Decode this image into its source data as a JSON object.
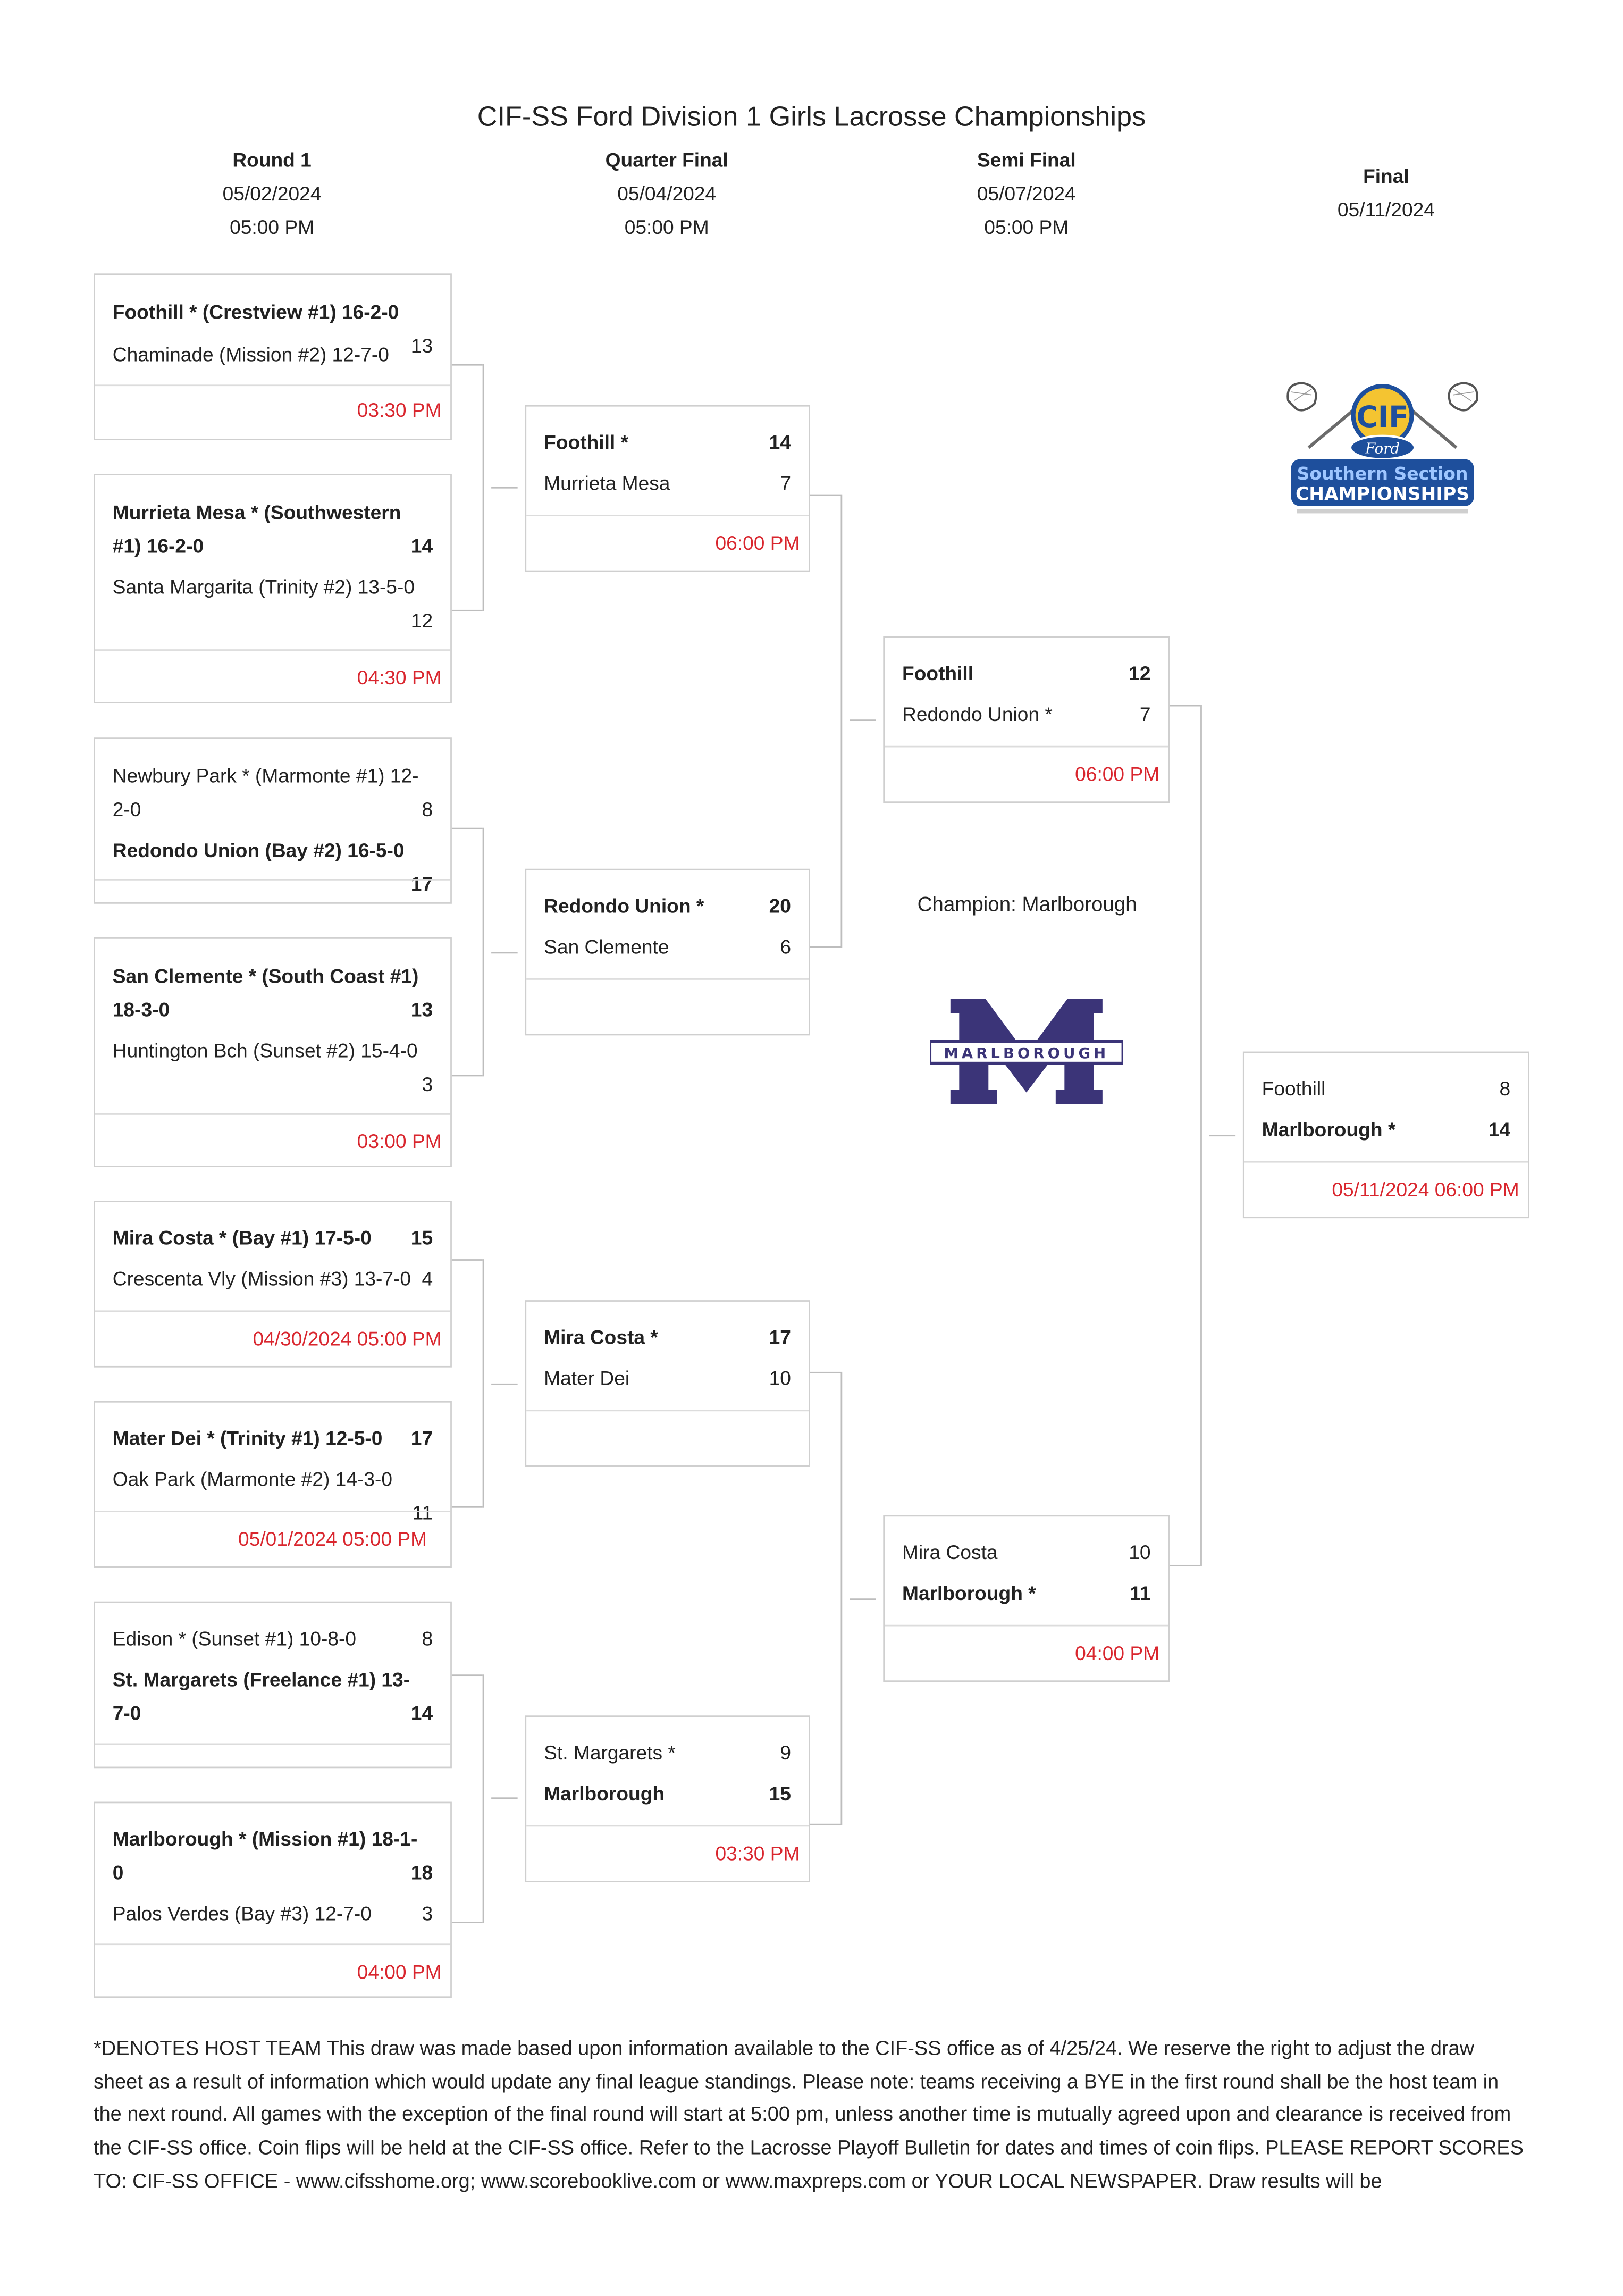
{
  "title": "CIF-SS Ford Division 1 Girls Lacrosse Championships",
  "rounds": [
    {
      "name": "Round 1",
      "date": "05/02/2024",
      "time": "05:00 PM"
    },
    {
      "name": "Quarter Final",
      "date": "05/04/2024",
      "time": "05:00 PM"
    },
    {
      "name": "Semi Final",
      "date": "05/07/2024",
      "time": "05:00 PM"
    },
    {
      "name": "Final",
      "date": "05/11/2024"
    }
  ],
  "round1": [
    {
      "t1": "Foothill * (Crestview #1) 16-2-0",
      "s1": "",
      "t2": "Chaminade (Mission #2) 12-7-0",
      "s2": "13",
      "time": "03:30 PM"
    },
    {
      "t1a": "Murrieta Mesa * (Southwestern",
      "t1b": "#1) 16-2-0",
      "s1": "14",
      "t2": "Santa Margarita (Trinity #2) 13-5-0",
      "s2": "12",
      "time": "04:30 PM"
    },
    {
      "t1a": "Newbury Park * (Marmonte #1) 12-",
      "t1b": "2-0",
      "s1": "8",
      "t2": "Redondo Union (Bay #2) 16-5-0",
      "s2": "17",
      "time": ""
    },
    {
      "t1a": "San Clemente * (South Coast #1)",
      "t1b": "18-3-0",
      "s1": "13",
      "t2": "Huntington Bch (Sunset #2) 15-4-0",
      "s2": "3",
      "time": "03:00 PM"
    },
    {
      "t1": "Mira Costa * (Bay #1) 17-5-0",
      "s1": "15",
      "t2": "Crescenta Vly (Mission #3) 13-7-0",
      "s2": "4",
      "time": "04/30/2024 05:00 PM"
    },
    {
      "t1": "Mater Dei * (Trinity #1) 12-5-0",
      "s1": "17",
      "t2": "Oak Park (Marmonte #2) 14-3-0",
      "s2": "11",
      "time": "05/01/2024 05:00 PM"
    },
    {
      "t1": "Edison * (Sunset #1) 10-8-0",
      "s1": "8",
      "t2a": "St. Margarets (Freelance #1) 13-",
      "t2b": "7-0",
      "s2": "14",
      "time": ""
    },
    {
      "t1a": "Marlborough * (Mission #1) 18-1-",
      "t1b": "0",
      "s1": "18",
      "t2": "Palos Verdes (Bay #3) 12-7-0",
      "s2": "3",
      "time": "04:00 PM"
    }
  ],
  "quarter": [
    {
      "t1": "Foothill *",
      "s1": "14",
      "t2": "Murrieta Mesa",
      "s2": "7",
      "time": "06:00 PM"
    },
    {
      "t1": "Redondo Union *",
      "s1": "20",
      "t2": "San Clemente",
      "s2": "6",
      "time": ""
    },
    {
      "t1": "Mira Costa *",
      "s1": "17",
      "t2": "Mater Dei",
      "s2": "10",
      "time": ""
    },
    {
      "t1": "St. Margarets *",
      "s1": "9",
      "t2": "Marlborough",
      "s2": "15",
      "time": "03:30 PM"
    }
  ],
  "semi": [
    {
      "t1": "Foothill",
      "s1": "12",
      "t2": "Redondo Union *",
      "s2": "7",
      "time": "06:00 PM"
    },
    {
      "t1": "Mira Costa",
      "s1": "10",
      "t2": "Marlborough *",
      "s2": "11",
      "time": "04:00 PM"
    }
  ],
  "final": {
    "t1": "Foothill",
    "s1": "8",
    "t2": "Marlborough *",
    "s2": "14",
    "time": "05/11/2024 06:00 PM"
  },
  "champion": "Champion: Marlborough",
  "logos": {
    "cif_top": "CIF",
    "cif_ford": "Ford",
    "cif_line1": "Southern Section",
    "cif_line2": "CHAMPIONSHIPS",
    "school_letter": "M",
    "school_name": "MARLBOROUGH"
  },
  "colors": {
    "time_red": "#d9262e",
    "marlborough_navy": "#3b3478",
    "cif_blue": "#1e4f9c"
  },
  "footer": "*DENOTES HOST TEAM This draw was made based upon information available to the CIF-SS office as of 4/25/24. We reserve the right to adjust the draw sheet as a result of information which would update any final league standings. Please note: teams receiving a BYE in the first round shall be the host team in the next round. All games with the exception of the final round will start at 5:00 pm, unless another time is mutually agreed upon and clearance is received from the CIF-SS office. Coin flips will be held at the CIF-SS office. Refer to the Lacrosse Playoff Bulletin for dates and times of coin flips. PLEASE REPORT SCORES TO: CIF-SS OFFICE - www.cifsshome.org; www.scorebooklive.com or www.maxpreps.com or YOUR LOCAL NEWSPAPER. Draw results will be"
}
